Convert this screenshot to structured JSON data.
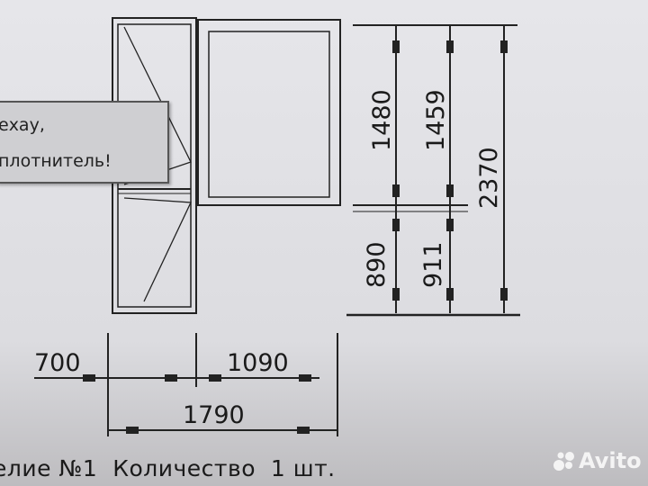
{
  "tooltip": {
    "line1": "ехау,",
    "line2": "плотнитель!"
  },
  "dimensions": {
    "width_left": "700",
    "width_right": "1090",
    "width_total": "1790",
    "height_window": "1480",
    "height_lower": "890",
    "height_window_inner": "1459",
    "height_lower_inner": "911",
    "height_total": "2370"
  },
  "caption": "елие №1  Количество  1 шт.",
  "watermark": "Avito"
}
